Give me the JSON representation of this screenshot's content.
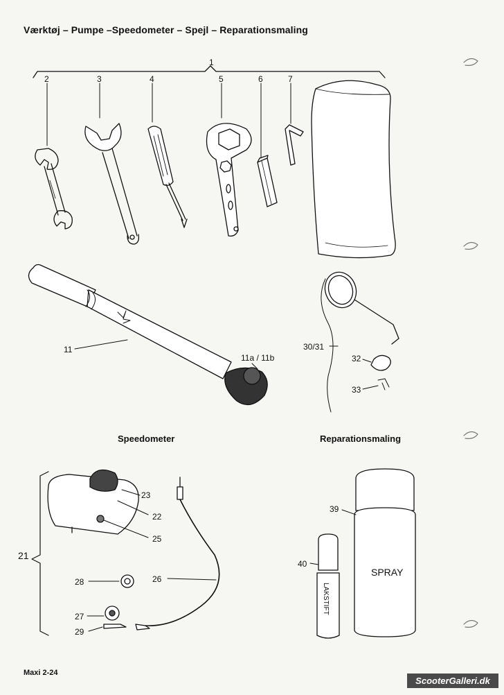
{
  "page": {
    "title": "Værktøj – Pumpe –Speedometer – Spejl – Reparationsmaling",
    "footer": "Maxi 2-24",
    "watermark": "ScooterGalleri.dk"
  },
  "sections": {
    "speedometer": "Speedometer",
    "repair_paint": "Reparationsmaling"
  },
  "labels": {
    "l1": "1",
    "l2": "2",
    "l3": "3",
    "l4": "4",
    "l5": "5",
    "l6": "6",
    "l7": "7",
    "l11": "11",
    "l11ab": "11a / 11b",
    "l3031": "30/31",
    "l32": "32",
    "l33": "33",
    "l21": "21",
    "l22": "22",
    "l23": "23",
    "l25": "25",
    "l26": "26",
    "l27": "27",
    "l28": "28",
    "l29": "29",
    "l39": "39",
    "l40": "40"
  },
  "product_text": {
    "spray": "SPRAY",
    "lakstift": "LAKSTIFT"
  }
}
